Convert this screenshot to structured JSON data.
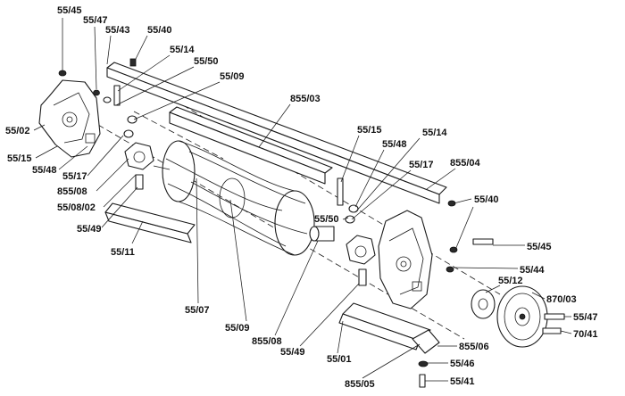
{
  "labels": {
    "l_55_45_top": "55/45",
    "l_55_47_top": "55/47",
    "l_55_43": "55/43",
    "l_55_40_top": "55/40",
    "l_55_14_left": "55/14",
    "l_55_50_left": "55/50",
    "l_55_09_top": "55/09",
    "l_855_03": "855/03",
    "l_55_02": "55/02",
    "l_55_15_left": "55/15",
    "l_55_48_left": "55/48",
    "l_55_17_left": "55/17",
    "l_855_08_left": "855/08",
    "l_55_08_02": "55/08/02",
    "l_55_49_left": "55/49",
    "l_55_11": "55/11",
    "l_55_07": "55/07",
    "l_55_09_bottom": "55/09",
    "l_855_08_bottom": "855/08",
    "l_55_49_bottom": "55/49",
    "l_55_01": "55/01",
    "l_855_05": "855/05",
    "l_55_15_right": "55/15",
    "l_55_48_right": "55/48",
    "l_55_14_right": "55/14",
    "l_55_17_right": "55/17",
    "l_855_04": "855/04",
    "l_55_50_right": "55/50",
    "l_55_40_right": "55/40",
    "l_55_45_right": "55/45",
    "l_55_44": "55/44",
    "l_55_12": "55/12",
    "l_870_03": "870/03",
    "l_55_47_right": "55/47",
    "l_70_41": "70/41",
    "l_855_06": "855/06",
    "l_55_46": "55/46",
    "l_55_41": "55/41"
  }
}
